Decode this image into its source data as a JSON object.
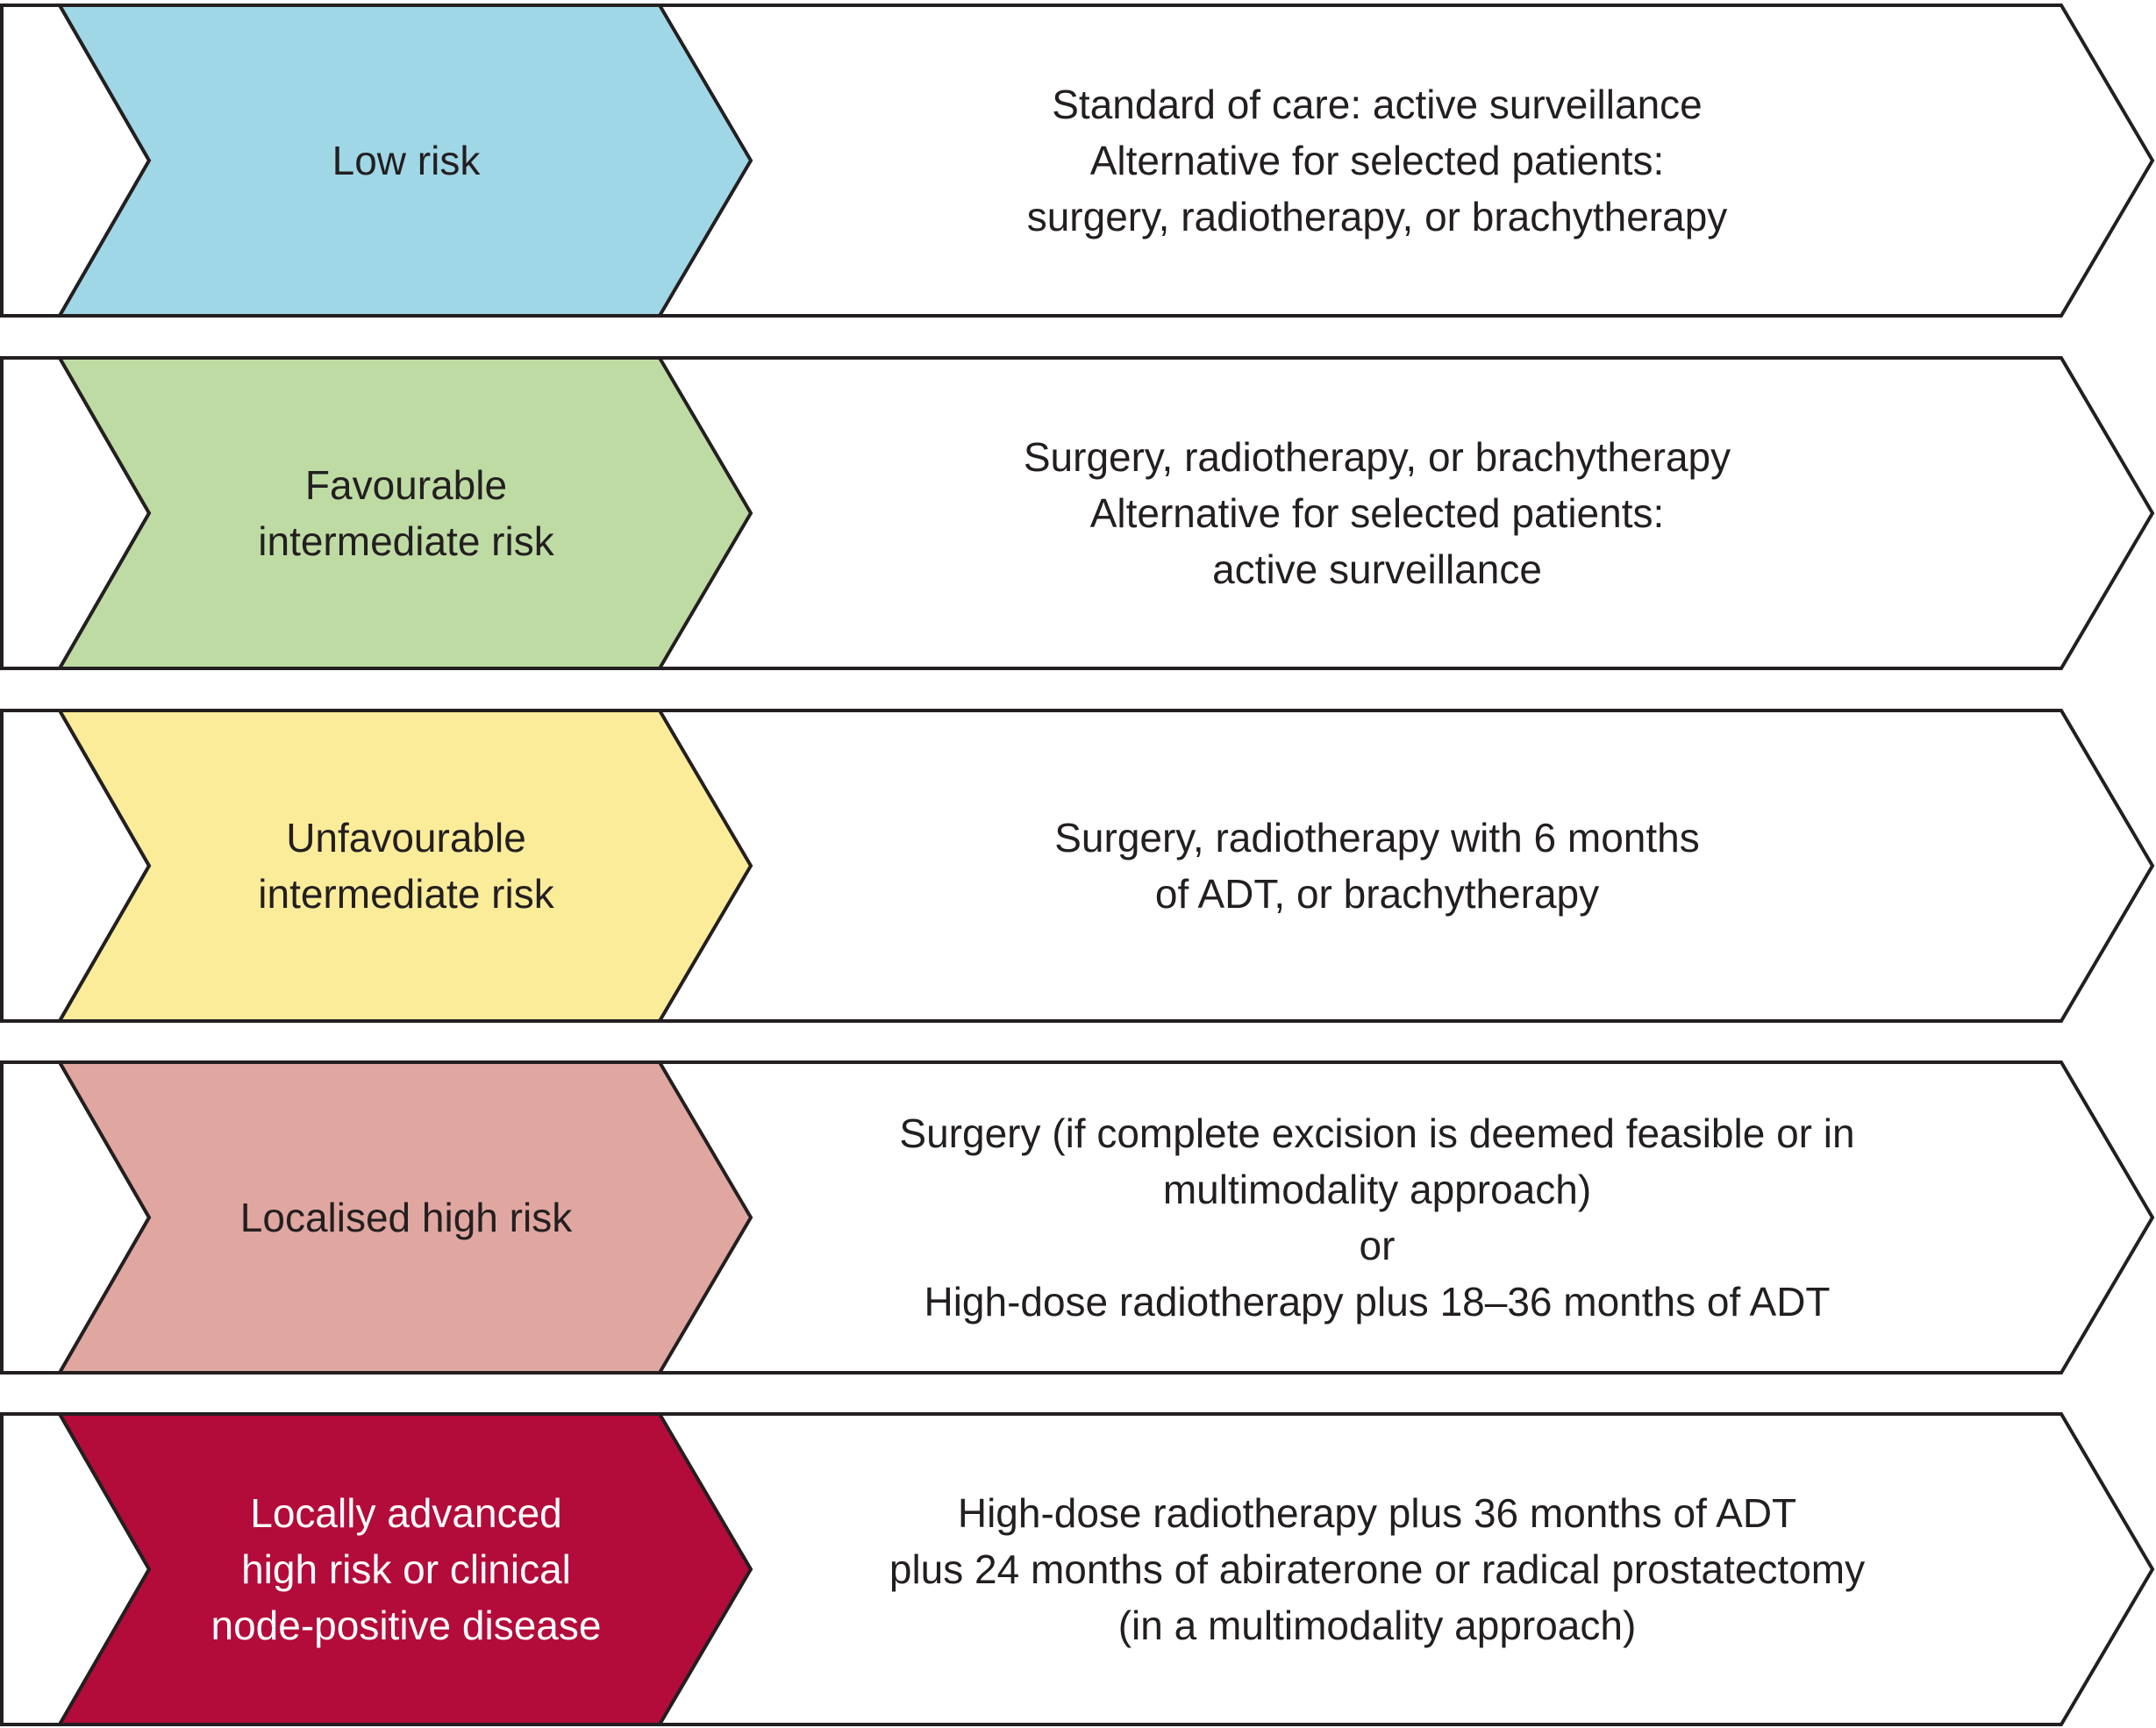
{
  "rows": [
    {
      "color": "#9fd7e7",
      "text_color": "#231f20",
      "label_lines": [
        "Low risk"
      ],
      "treatment_lines": [
        "Standard of care: active surveillance",
        "Alternative for selected patients:",
        "surgery, radiotherapy, or brachytherapy"
      ]
    },
    {
      "color": "#bfdba4",
      "text_color": "#231f20",
      "label_lines": [
        "Favourable",
        "intermediate risk"
      ],
      "treatment_lines": [
        "Surgery, radiotherapy, or brachytherapy",
        "Alternative for selected patients:",
        "active surveillance"
      ]
    },
    {
      "color": "#fbec9a",
      "text_color": "#231f20",
      "label_lines": [
        "Unfavourable",
        "intermediate risk"
      ],
      "treatment_lines": [
        "Surgery, radiotherapy with 6 months",
        "of ADT, or brachytherapy"
      ]
    },
    {
      "color": "#e0a6a0",
      "text_color": "#231f20",
      "label_lines": [
        "Localised high risk"
      ],
      "treatment_lines": [
        "Surgery (if complete excision is deemed feasible or in",
        "multimodality approach)",
        "or",
        "High-dose radiotherapy plus 18–36 months of ADT"
      ]
    },
    {
      "color": "#b30b3a",
      "text_color": "#ffffff",
      "label_lines": [
        "Locally advanced",
        "high risk or clinical",
        "node-positive disease"
      ],
      "treatment_lines": [
        "High-dose radiotherapy plus 36 months of ADT",
        "plus 24 months of abiraterone or radical prostatectomy",
        "(in a multimodality approach)"
      ]
    }
  ]
}
